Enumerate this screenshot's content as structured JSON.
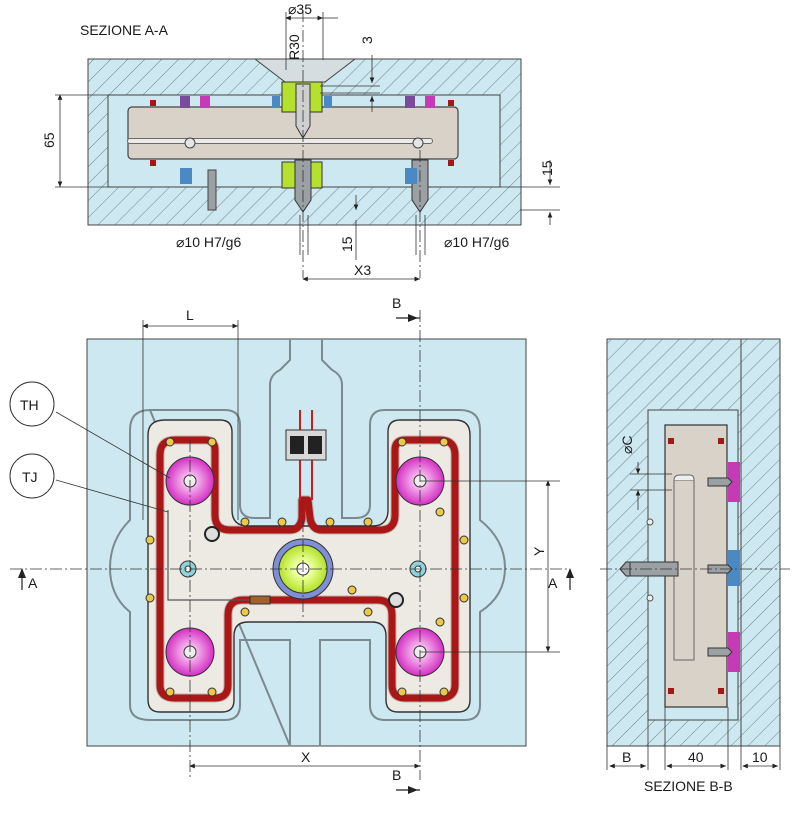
{
  "labels": {
    "section_aa": "SEZIONE A-A",
    "section_bb": "SEZIONE B-B",
    "dia_35": "⌀35",
    "r30": "R30",
    "dim_3": "3",
    "dim_65": "65",
    "dim_15_right": "15",
    "dim_15_bottom": "15",
    "fit_left": "⌀10 H7/g6",
    "fit_right": "⌀10 H7/g6",
    "x3": "X3",
    "b_top": "B",
    "b_bottom": "B",
    "l": "L",
    "th": "TH",
    "tj": "TJ",
    "y": "Y",
    "x": "X",
    "a_left": "A",
    "a_right": "A",
    "dia_c": "⌀C",
    "b_bb": "B",
    "dim_40": "40",
    "dim_10": "10"
  },
  "colors": {
    "plate": "#cde8f0",
    "manifold": "#d8d2c8",
    "heater": "#d11a1a",
    "nozzle": "#e23bd0",
    "sprue": "#c9f046",
    "hatch": "#7a8a90"
  }
}
